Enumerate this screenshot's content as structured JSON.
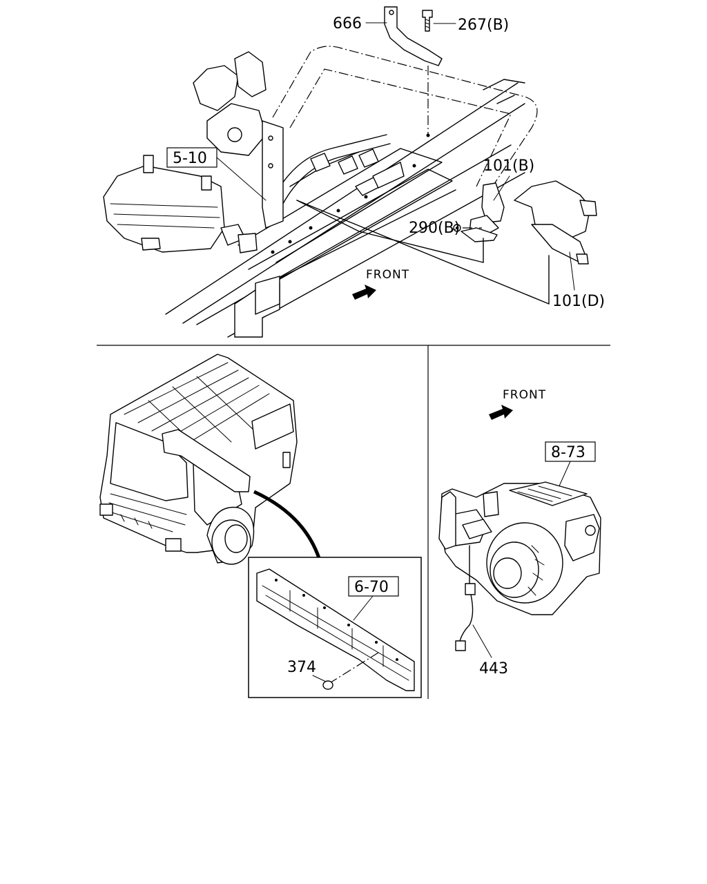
{
  "callouts": {
    "part_666": "666",
    "part_267b": "267(B)",
    "ref_5_10": "5-10",
    "part_101b": "101(B)",
    "part_290b": "290(B)",
    "part_101d": "101(D)",
    "ref_8_73": "8-73",
    "ref_6_70": "6-70",
    "part_374": "374",
    "part_443": "443"
  },
  "direction": {
    "top_front": "FRONT",
    "right_front": "FRONT"
  },
  "icons": [
    "front-arrow-icon",
    "front-arrow-icon"
  ]
}
